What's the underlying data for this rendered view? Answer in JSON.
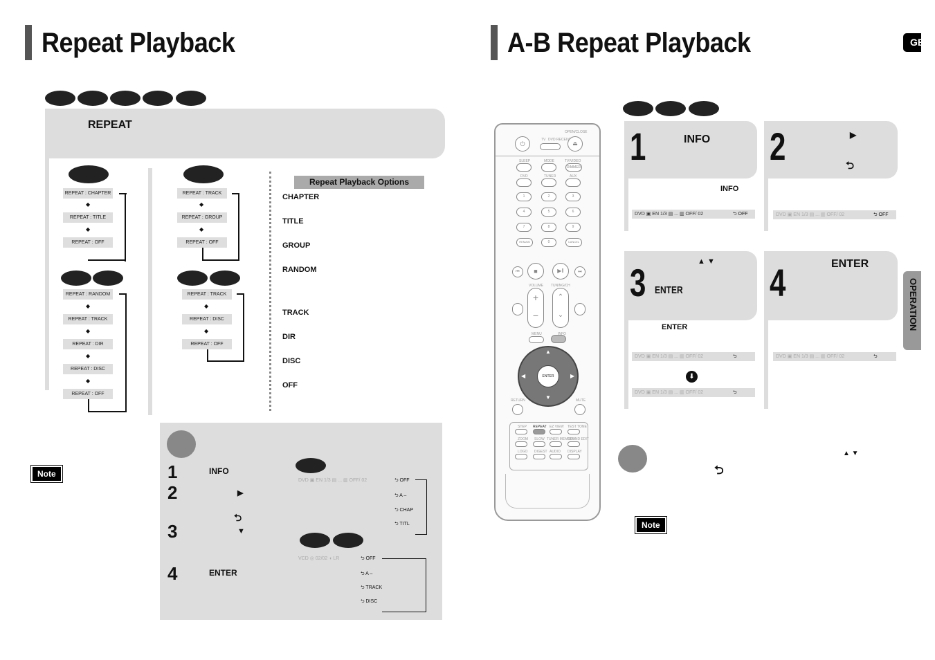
{
  "left": {
    "title": "Repeat Playback",
    "banner_label": "REPEAT",
    "flow1": {
      "items": [
        "REPEAT : CHAPTER",
        "REPEAT : TITLE",
        "REPEAT : OFF"
      ]
    },
    "flow2": {
      "items": [
        "REPEAT : TRACK",
        "REPEAT : GROUP",
        "REPEAT : OFF"
      ]
    },
    "flow3": {
      "items": [
        "REPEAT : RANDOM",
        "REPEAT : TRACK",
        "REPEAT : DIR",
        "REPEAT : DISC",
        "REPEAT : OFF"
      ]
    },
    "flow4": {
      "items": [
        "REPEAT : TRACK",
        "REPEAT : DISC",
        "REPEAT : OFF"
      ]
    },
    "options": {
      "heading": "Repeat Playback Options",
      "items": [
        "CHAPTER",
        "TITLE",
        "GROUP",
        "RANDOM",
        "TRACK",
        "DIR",
        "DISC",
        "OFF"
      ]
    },
    "note_label": "Note",
    "steps": [
      {
        "num": "1",
        "text": "INFO"
      },
      {
        "num": "2",
        "text": "▶"
      },
      {
        "num": "",
        "text": "⮌"
      },
      {
        "num": "3",
        "text": "▼"
      },
      {
        "num": "4",
        "text": "ENTER"
      }
    ],
    "osd_dvd": {
      "line": "DVD  ▣ EN 1/3  ▤ ...   ▥ OFF/ 02",
      "state": "⮌ OFF",
      "cycle": [
        "⮌ A –",
        "⮌ CHAP",
        "⮌ TITL"
      ]
    },
    "osd_vcd": {
      "line": "VCD  ◎ 02/02   ◖ LR",
      "state": "⮌ OFF",
      "cycle": [
        "⮌ A –",
        "⮌ TRACK",
        "⮌ DISC"
      ]
    }
  },
  "right": {
    "title": "A-B Repeat Playback",
    "lang_tab": "GB",
    "side_tab": "OPERATION",
    "steps": [
      {
        "num": "1",
        "text": "INFO",
        "sub": "INFO"
      },
      {
        "num": "2",
        "text": "▶",
        "sub": "⮌"
      },
      {
        "num": "3",
        "text": "▲ ▼",
        "sub": "ENTER",
        "sub2": "ENTER"
      },
      {
        "num": "4",
        "text": "ENTER"
      }
    ],
    "osd1": {
      "line": "DVD  ▣ EN 1/3  ▤ ...   ▥ OFF/ 02",
      "state": "⮌ OFF"
    },
    "osd2": {
      "line": "DVD  ▣ EN 1/3  ▤ ...   ▥ OFF/ 02",
      "state": "⮌ OFF"
    },
    "osd3": {
      "line": "DVD  ▣ EN 1/3  ▤ ...   ▥ OFF/ 02",
      "state": "⮌"
    },
    "osd4": {
      "line": "DVD  ▣ EN 1/3  ▤ ...   ▥ OFF/ 02",
      "state": "⮌"
    },
    "osd5": {
      "line": "DVD  ▣ EN 1/3  ▤ ...   ▥ OFF/ 02",
      "state": "⮌"
    },
    "tip_arrows": "▲  ▼",
    "tip_icon": "⮌",
    "note_label": "Note"
  },
  "remote": {
    "top": [
      "OPEN/CLOSE",
      "TV",
      "DVD RECEIVER"
    ],
    "row1": [
      "SLEEP",
      "MODE",
      "TV/VIDEO"
    ],
    "row1b": [
      "DIMMER"
    ],
    "row2": [
      "DVD",
      "TUNER",
      "AUX"
    ],
    "digits": [
      "1",
      "2",
      "3",
      "4",
      "5",
      "6",
      "7",
      "8",
      "9",
      "REMAIN",
      "0",
      "CANCEL"
    ],
    "labels": [
      "VOLUME",
      "TUNING/CH",
      "MENU",
      "INFO",
      "ENTER",
      "RETURN",
      "MUTE"
    ],
    "bottom": [
      "STEP",
      "REPEAT",
      "EZ VIEW",
      "TEST TONE",
      "ZOOM",
      "SLOW",
      "TUNER MEMORY",
      "SOUND EDIT",
      "LOGO",
      "DIGEST",
      "AUDIO",
      "DISPLAY"
    ]
  }
}
